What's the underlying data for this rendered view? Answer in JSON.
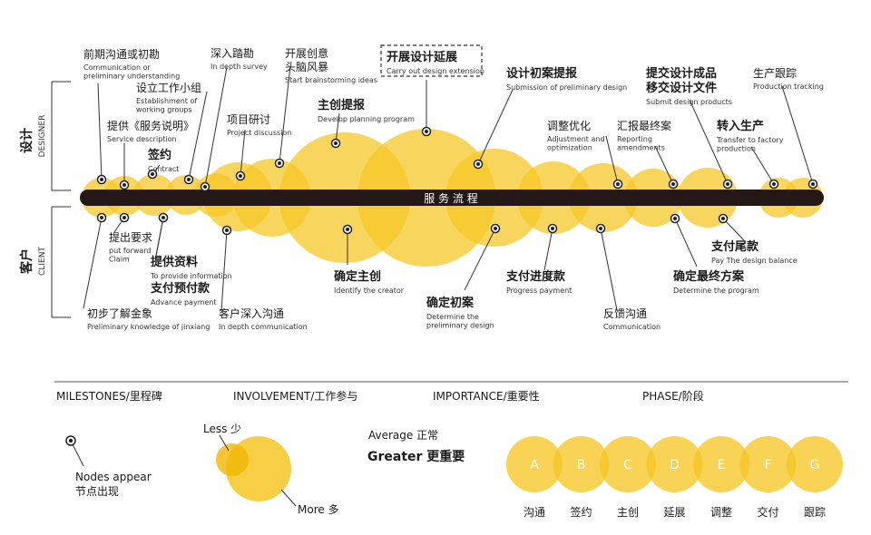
{
  "side": {
    "designer_cn": "设计",
    "designer_en": "DESIGNER",
    "client_cn": "客户",
    "client_en": "CLIENT"
  },
  "bar_label": "服  务  流  程",
  "colors": {
    "bubble": "#F6C726",
    "bubble_edge": "#F2B705",
    "bar": "#231815",
    "line": "#333333"
  },
  "nodes_top": [
    {
      "id": "communication",
      "cn": "前期沟通或初勘",
      "en": "Communication or\npreliminary understanding",
      "bold": false
    },
    {
      "id": "establish",
      "cn": "设立工作小组",
      "en": "Establishment of\nworking groups",
      "bold": false
    },
    {
      "id": "service",
      "cn": "提供《服务说明》",
      "en": "Service description",
      "bold": false
    },
    {
      "id": "contract",
      "cn": "签约",
      "en": "Contract",
      "bold": true
    },
    {
      "id": "survey",
      "cn": "深入踏勘",
      "en": "In depth survey",
      "bold": false
    },
    {
      "id": "project-discussion",
      "cn": "项目研讨",
      "en": "Project discussion",
      "bold": false
    },
    {
      "id": "brainstorm",
      "cn": "开展创意\n头脑风暴",
      "en": "Start brainstorming  ideas",
      "bold": false
    },
    {
      "id": "extension",
      "cn": "开展设计延展",
      "en": "Carry out design extension",
      "bold": true,
      "boxed": true
    },
    {
      "id": "planning",
      "cn": "主创提报",
      "en": "Develop planning program",
      "bold": true
    },
    {
      "id": "submission",
      "cn": "设计初案提报",
      "en": "Submission of preliminary design",
      "bold": true
    },
    {
      "id": "adjust",
      "cn": "调整优化",
      "en": "Adjustment and\noptimization",
      "bold": false
    },
    {
      "id": "report",
      "cn": "汇报最终案",
      "en": "Reporting\namendments",
      "bold": false
    },
    {
      "id": "submit-products",
      "cn": "提交设计成品\n移交设计文件",
      "en": "Submit design products",
      "bold": true
    },
    {
      "id": "transfer",
      "cn": "转入生产",
      "en": "Transfer to factory\nproduction",
      "bold": true
    },
    {
      "id": "tracking",
      "cn": "生产跟踪",
      "en": "Production tracking",
      "bold": false
    }
  ],
  "nodes_bottom": [
    {
      "id": "claim",
      "cn": "提出要求",
      "en": "put forward\nClaim",
      "bold": false
    },
    {
      "id": "provide",
      "cn": "提供资料",
      "en": "To provide information",
      "bold": true
    },
    {
      "id": "advance",
      "cn": "支付预付款",
      "en": "Advance payment",
      "bold": true
    },
    {
      "id": "knowledge",
      "cn": "初步了解金象",
      "en": "Preliminary knowledge of  jinxiang",
      "bold": false
    },
    {
      "id": "in-depth-comm",
      "cn": "客户深入沟通",
      "en": "In depth communication",
      "bold": false
    },
    {
      "id": "creator",
      "cn": "确定主创",
      "en": "Identify the creator",
      "bold": true
    },
    {
      "id": "determine-prelim",
      "cn": "确定初案",
      "en": "Determine the\npreliminary design",
      "bold": true
    },
    {
      "id": "progress",
      "cn": "支付进度款",
      "en": "Progress payment",
      "bold": true
    },
    {
      "id": "feedback",
      "cn": "反馈沟通",
      "en": "Communication",
      "bold": false
    },
    {
      "id": "determine-program",
      "cn": "确定最终方案",
      "en": "Determine the program",
      "bold": true
    },
    {
      "id": "balance",
      "cn": "支付尾款",
      "en": "Pay The design balance",
      "bold": true
    }
  ],
  "legend": {
    "milestones": "MILESTONES/里程碑",
    "involvement": "INVOLVEMENT/工作参与",
    "importance": "IMPORTANCE/重要性",
    "phase": "PHASE/阶段",
    "nodes_en": "Nodes appear",
    "nodes_cn": "节点出现",
    "less": "Less 少",
    "more": "More 多",
    "average": "Average 正常",
    "greater": "Greater 更重要",
    "phases": [
      {
        "letter": "A",
        "cn": "沟通"
      },
      {
        "letter": "B",
        "cn": "签约"
      },
      {
        "letter": "C",
        "cn": "主创"
      },
      {
        "letter": "D",
        "cn": "延展"
      },
      {
        "letter": "E",
        "cn": "调整"
      },
      {
        "letter": "F",
        "cn": "交付"
      },
      {
        "letter": "G",
        "cn": "跟踪"
      }
    ]
  }
}
